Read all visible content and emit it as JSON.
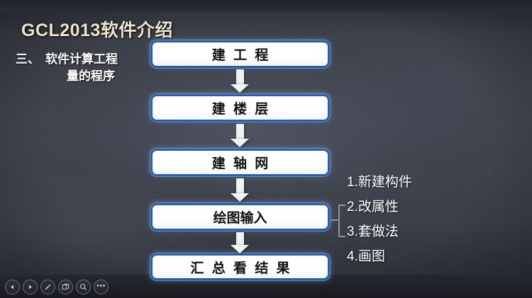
{
  "slide": {
    "title": "GCL2013软件介绍",
    "subtitle": {
      "number": "三、",
      "line1": "软件计算工程",
      "line2": "量的程序"
    },
    "background_color": "#3b3e48",
    "accent_color": "#2d5ea3"
  },
  "flow": {
    "boxes": [
      {
        "label": "建 工 程"
      },
      {
        "label": "建 楼 层"
      },
      {
        "label": "建 轴 网"
      },
      {
        "label": "绘图输入"
      },
      {
        "label": "汇 总 看 结 果"
      }
    ]
  },
  "steps": {
    "items": [
      {
        "text": "1.新建构件"
      },
      {
        "text": "2.改属性"
      },
      {
        "text": "3.套做法"
      },
      {
        "text": "4.画图"
      }
    ]
  },
  "toolbar": {
    "buttons": [
      {
        "icon": "previous-icon",
        "label": "上一页"
      },
      {
        "icon": "play-icon",
        "label": "播放"
      },
      {
        "icon": "pen-icon",
        "label": "画笔"
      },
      {
        "icon": "screenshot-icon",
        "label": "截图"
      },
      {
        "icon": "zoom-icon",
        "label": "放大"
      },
      {
        "icon": "more-icon",
        "label": "更多"
      }
    ]
  }
}
